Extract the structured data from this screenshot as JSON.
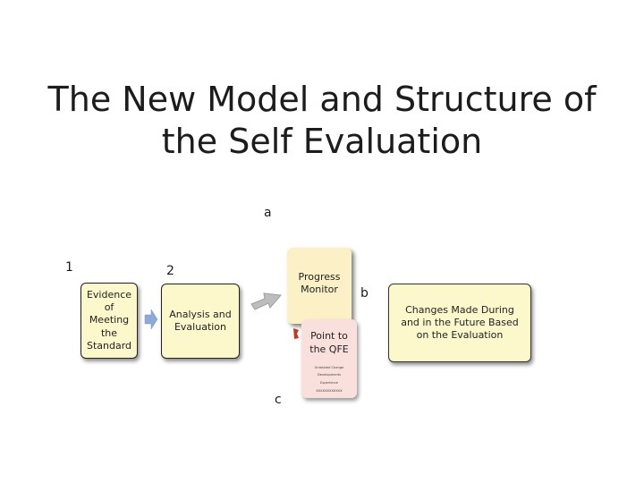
{
  "title": {
    "line1": "The New Model and Structure of",
    "line2": "the Self Evaluation"
  },
  "labels": {
    "a": "a",
    "b": "b",
    "c": "c",
    "one": "1",
    "two": "2"
  },
  "boxes": {
    "evidence": [
      "Evidence",
      "of",
      "Meeting",
      "the",
      "Standard"
    ],
    "analysis": [
      "Analysis and",
      "Evaluation"
    ],
    "progress": [
      "Progress",
      "Monitor"
    ],
    "qfe": [
      "Point to",
      "the QFE"
    ],
    "qfe_sub": [
      "Unrelated Change",
      "Developments",
      "Experience",
      "XXXXXXXXXXXX"
    ],
    "changes": [
      "Changes Made During",
      "and in the Future Based",
      "on the Evaluation"
    ]
  },
  "colors": {
    "box_fill": "#fdf7cc",
    "qfe_fill": "#f9e0dc",
    "arrow": "#bdbdbd",
    "red_mark": "#c0392b"
  }
}
